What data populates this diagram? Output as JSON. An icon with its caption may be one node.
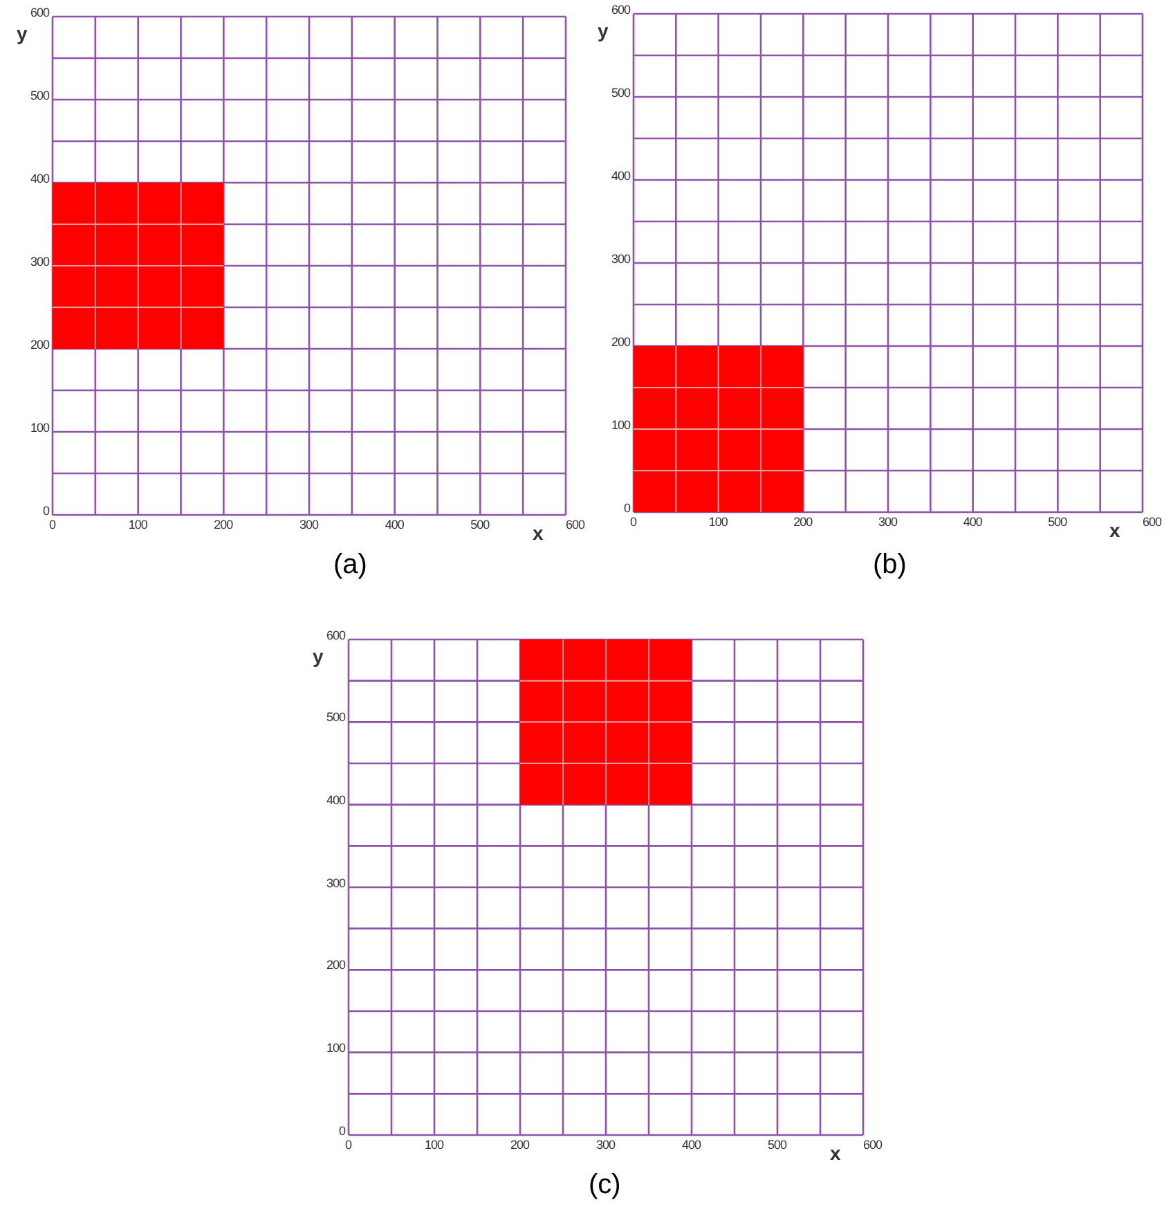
{
  "diagram": {
    "labels": [
      "y",
      "600",
      "500",
      "400",
      "300",
      "200",
      "100",
      "0",
      "0",
      "100",
      "200",
      "300",
      "400",
      "500",
      "600",
      "x",
      "(a)",
      "y",
      "600",
      "500",
      "400",
      "300",
      "200",
      "100",
      "0",
      "0",
      "100",
      "200",
      "300",
      "400",
      "500",
      "600",
      "x",
      "(b)",
      "y",
      "600",
      "500",
      "400",
      "300",
      "200",
      "100",
      "0",
      "0",
      "100",
      "200",
      "300",
      "400",
      "500",
      "600",
      "x",
      "(c)"
    ]
  }
}
